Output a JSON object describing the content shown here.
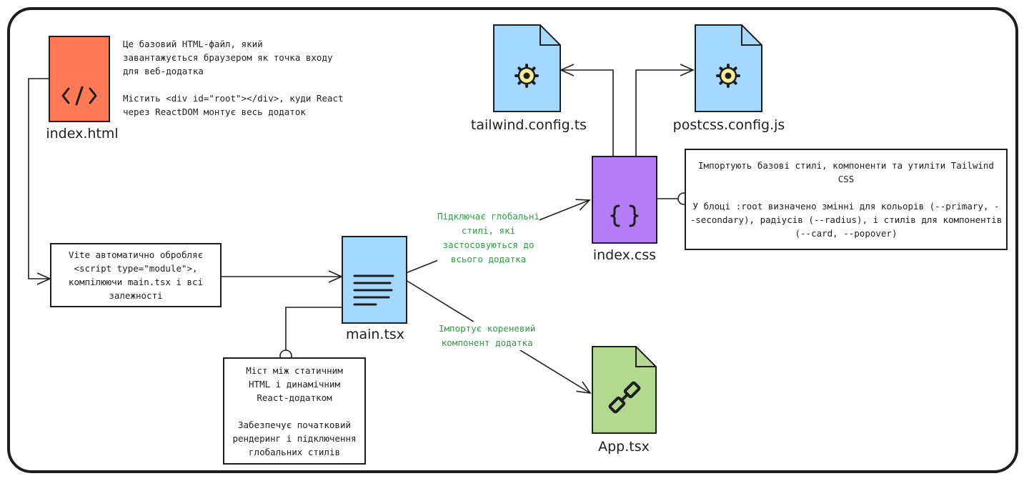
{
  "files": {
    "index_html": {
      "name": "index.html",
      "icon": "html-code-icon",
      "color": "#ff7a55"
    },
    "main_tsx": {
      "name": "main.tsx",
      "icon": "text-lines-icon",
      "color": "#a5d8ff"
    },
    "index_css": {
      "name": "index.css",
      "icon": "curly-braces-icon",
      "color": "#b57cf7"
    },
    "tailwind_config": {
      "name": "tailwind.config.ts",
      "icon": "gear-icon",
      "color": "#a5d8ff"
    },
    "postcss_config": {
      "name": "postcss.config.js",
      "icon": "gear-icon",
      "color": "#a5d8ff"
    },
    "app_tsx": {
      "name": "App.tsx",
      "icon": "link-icon",
      "color": "#b2d98f"
    }
  },
  "notes": {
    "index_html": {
      "line1": "Це базовий HTML-файл, який",
      "line2": "завантажується браузером як точка входу",
      "line3": "для веб-додатка",
      "line4": "Містить <div id=\"root\"></div>, куди React",
      "line5": "через ReactDOM монтує весь додаток"
    },
    "vite": {
      "line1": "Vite автоматично обробляє",
      "line2": "<script type=\"module\">,",
      "line3": "компілюючи main.tsx і всі",
      "line4": "залежності"
    },
    "bridge": {
      "line1": "Міст між статичним",
      "line2": "HTML і динамічним",
      "line3": "React-додатком",
      "line4": "Забезпечує початковий",
      "line5": "рендеринг і підключення",
      "line6": "глобальних стилів"
    },
    "css": {
      "line1": "Імпортують базові стилі, компоненти та утиліти Tailwind",
      "line2": "CSS",
      "line3": "У блоці :root визначено змінні для кольорів (--primary, -",
      "line4": "-secondary), радіусів (--radius), і стилів для компонентів",
      "line5": "(--card, --popover)"
    }
  },
  "edge_labels": {
    "styles": {
      "line1": "Підключає глобальні",
      "line2": "стилі, які",
      "line3": "застосовуються до",
      "line4": "всього додатка"
    },
    "app": {
      "line1": "Імпортує кореневий",
      "line2": "компонент додатка"
    }
  },
  "colors": {
    "stroke": "#1e1e1e",
    "edge_label": "#2f9e44",
    "gear": "#ffec99"
  }
}
